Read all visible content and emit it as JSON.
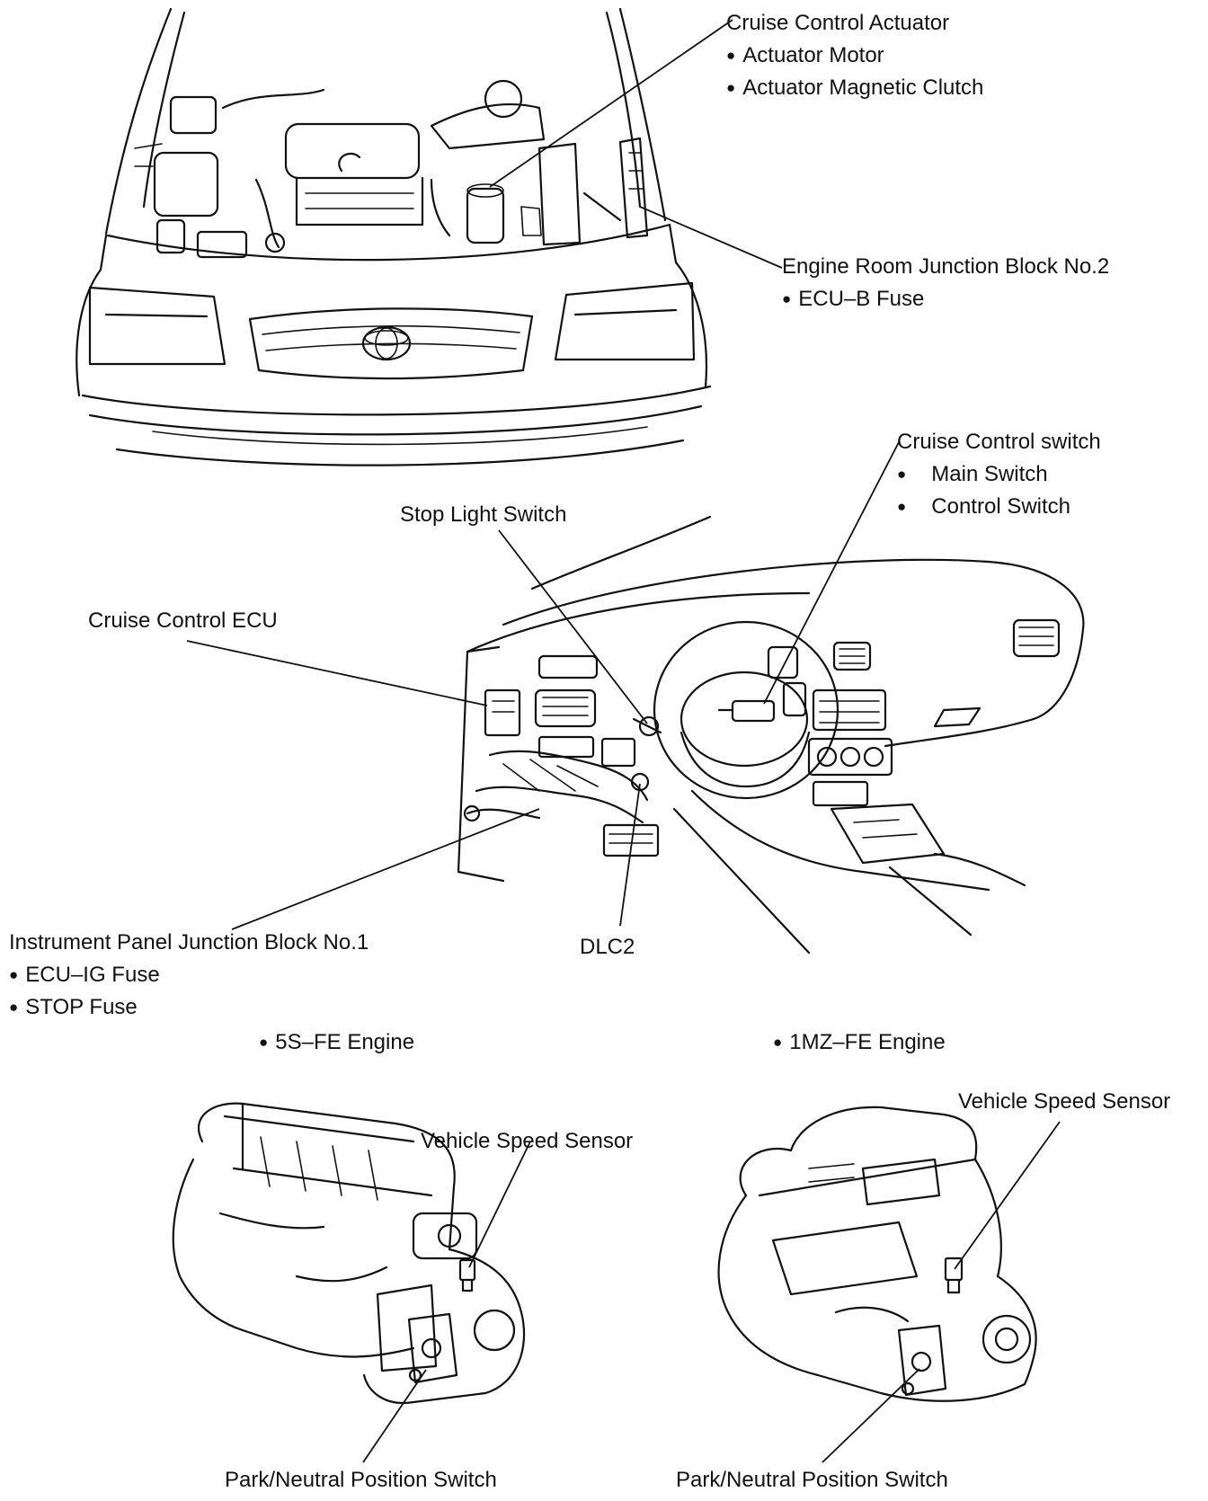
{
  "labels": {
    "cruise_actuator": "Cruise Control Actuator",
    "actuator_motor": "Actuator Motor",
    "actuator_clutch": "Actuator Magnetic Clutch",
    "engine_room_jb2": "Engine Room Junction Block No.2",
    "ecu_b_fuse": "ECU–B Fuse",
    "cruise_switch": "Cruise Control switch",
    "main_switch": "Main Switch",
    "control_switch": "Control Switch",
    "stop_light_switch": "Stop Light Switch",
    "cruise_ecu": "Cruise Control ECU",
    "ip_jb1": "Instrument Panel Junction Block No.1",
    "ecu_ig_fuse": "ECU–IG Fuse",
    "stop_fuse": "STOP Fuse",
    "dlc2": "DLC2",
    "engine_5sfe": "5S–FE Engine",
    "engine_1mzfe": "1MZ–FE Engine",
    "vss_left": "Vehicle Speed Sensor",
    "vss_right": "Vehicle Speed Sensor",
    "pnp_left": "Park/Neutral Position Switch",
    "pnp_right": "Park/Neutral Position Switch"
  }
}
